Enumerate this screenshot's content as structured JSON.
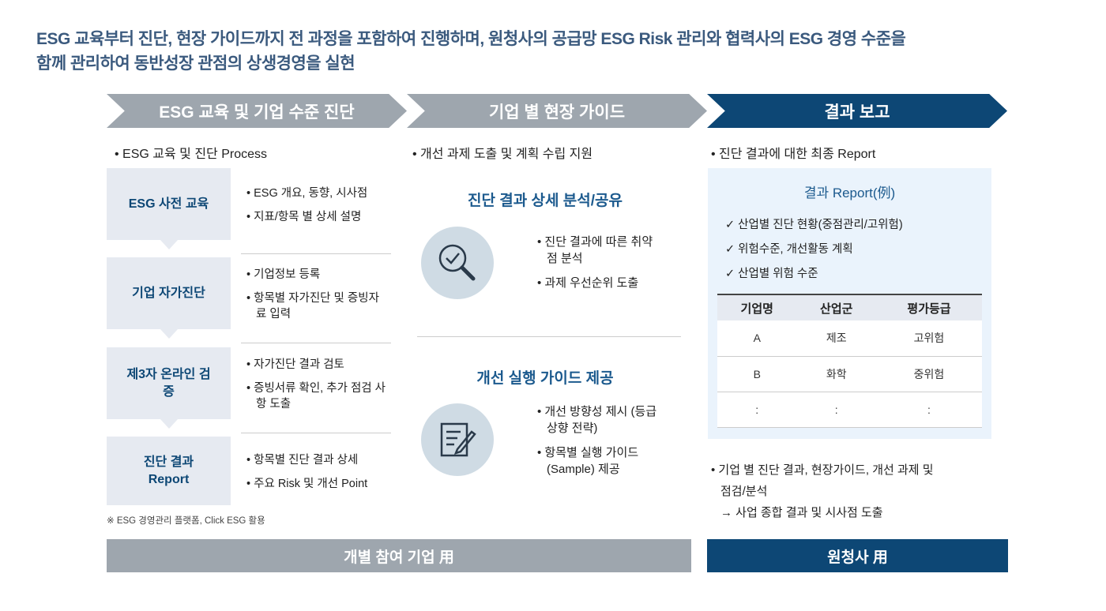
{
  "title": {
    "line1": "ESG 교육부터 진단, 현장 가이드까지 전 과정을 포함하여 진행하며, 원청사의 공급망 ESG Risk 관리와 협력사의 ESG 경영 수준을",
    "line2": "함께 관리하여 동반성장 관점의 상생경영을 실현"
  },
  "phases": [
    {
      "label": "ESG 교육 및 기업 수준 진단"
    },
    {
      "label": "기업 별 현장 가이드"
    },
    {
      "label": "결과 보고"
    }
  ],
  "left": {
    "bullet": "• ESG 교육 및 진단 Process",
    "steps": [
      {
        "label": "ESG 사전 교육",
        "items": [
          "• ESG 개요, 동향, 시사점",
          "• 지표/항목 별 상세 설명"
        ]
      },
      {
        "label": "기업 자가진단",
        "items": [
          "• 기업정보 등록",
          "• 항목별 자가진단 및 증빙자료 입력"
        ]
      },
      {
        "label": "제3자 온라인 검증",
        "items": [
          "• 자가진단 결과 검토",
          "• 증빙서류 확인, 추가 점검 사항 도출"
        ]
      },
      {
        "label": "진단 결과 Report",
        "items": [
          "• 항목별 진단 결과 상세",
          "• 주요 Risk 및 개선 Point"
        ]
      }
    ],
    "footnote": "※ ESG 경영관리 플랫폼, Click ESG 활용"
  },
  "middle": {
    "bullet": "• 개선 과제 도출 및 계획 수립 지원",
    "sections": [
      {
        "heading": "진단 결과 상세 분석/공유",
        "icon": "magnifier-check-icon",
        "items": [
          "• 진단 결과에 따른 취약점 분석",
          "• 과제 우선순위 도출"
        ]
      },
      {
        "heading": "개선 실행 가이드 제공",
        "icon": "document-pen-icon",
        "items": [
          "• 개선 방향성 제시 (등급 상향 전략)",
          "• 항목별 실행 가이드(Sample) 제공"
        ]
      }
    ]
  },
  "right": {
    "bullet": "• 진단 결과에 대한 최종 Report",
    "panel_title": "결과 Report(例)",
    "checks": [
      "✓  산업별 진단 현황(중점관리/고위험)",
      "✓  위험수준, 개선활동 계획",
      "✓  산업별 위험 수준"
    ],
    "table": {
      "headers": [
        "기업명",
        "산업군",
        "평가등급"
      ],
      "rows": [
        [
          "A",
          "제조",
          "고위험"
        ],
        [
          "B",
          "화학",
          "중위험"
        ],
        [
          ":",
          ":",
          ":"
        ]
      ]
    },
    "summary1": "• 기업 별 진단 결과, 현장가이드, 개선 과제 및",
    "summary2": "점검/분석",
    "summary3": "→ 사업 종합 결과 및 시사점 도출"
  },
  "bottom": {
    "left": "개별 참여 기업 用",
    "right": "원청사 用"
  },
  "colors": {
    "navy": "#0d4775",
    "gray": "#9ea6ae",
    "title": "#3b5a7e"
  }
}
